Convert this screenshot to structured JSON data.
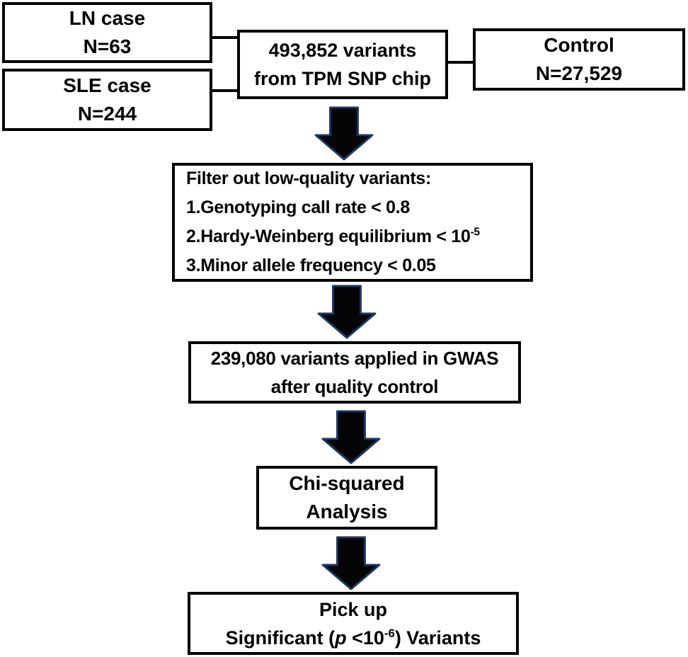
{
  "colors": {
    "background": "#ffffff",
    "box_fill": "#ffffff",
    "box_border": "#000000",
    "text": "#000000",
    "arrow_fill": "#050508",
    "arrow_outline": "#1f3864"
  },
  "boxes": {
    "ln_case": {
      "line1": "LN case",
      "line2": "N=63"
    },
    "sle_case": {
      "line1": "SLE case",
      "line2": "N=244"
    },
    "snp_chip": {
      "line1": "493,852 variants",
      "line2": "from TPM SNP chip"
    },
    "control": {
      "line1": "Control",
      "line2": "N=27,529"
    },
    "filter": {
      "title": "Filter out low-quality variants:",
      "item1": "1.Genotyping call rate < 0.8",
      "item2_base": "2.Hardy-Weinberg equilibrium < 10",
      "item2_exp": "-5",
      "item3": "3.Minor allele frequency < 0.05"
    },
    "gwas": {
      "line1": "239,080 variants applied in GWAS",
      "line2": "after quality control"
    },
    "chi_squared": {
      "line1": "Chi-squared",
      "line2": "Analysis"
    },
    "pick_up": {
      "line1": "Pick up",
      "line2_pre": "Significant (",
      "line2_italic": "p",
      "line2_mid": " <10",
      "line2_exp": "-6",
      "line2_post": ") Variants"
    }
  }
}
